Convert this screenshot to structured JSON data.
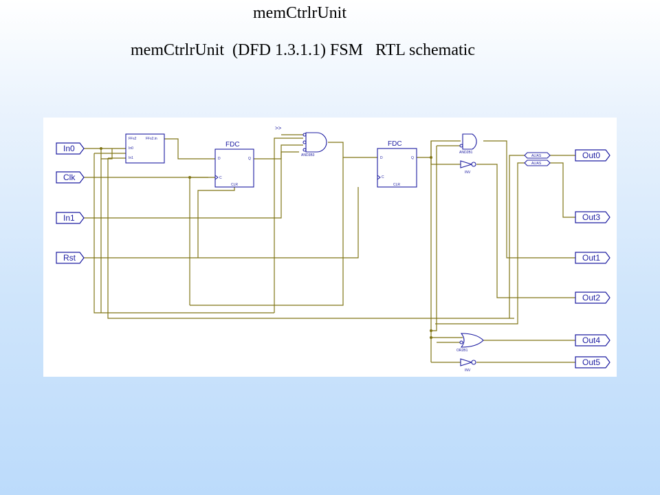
{
  "slide": {
    "title": "memCtrlrUnit",
    "subtitle": "memCtrlrUnit  (DFD 1.3.1.1) FSM   RTL schematic"
  },
  "schematic": {
    "colors": {
      "wire": "#7f7414",
      "component": "#1a1aa0",
      "background": "#ffffff"
    },
    "inputs": [
      "In0",
      "Clk",
      "In1",
      "Rst"
    ],
    "outputs": [
      "Out0",
      "Out3",
      "Out1",
      "Out2",
      "Out4",
      "Out5"
    ],
    "ffs": {
      "name": "FFs2",
      "out": "FFs2.in",
      "pins": [
        "In0",
        "In1"
      ]
    },
    "fdc1": {
      "name": "FDC",
      "pins": [
        "D",
        "Q",
        "C",
        "CLR"
      ]
    },
    "fdc2": {
      "name": "FDC",
      "pins": [
        "D",
        "Q",
        "C",
        "CLR"
      ]
    },
    "and1": "AND3B3",
    "and2": "AND2B1",
    "or1": "OR2B1",
    "inv": "INV",
    "alias": "ALIAS",
    "bus_marker": ">>"
  }
}
